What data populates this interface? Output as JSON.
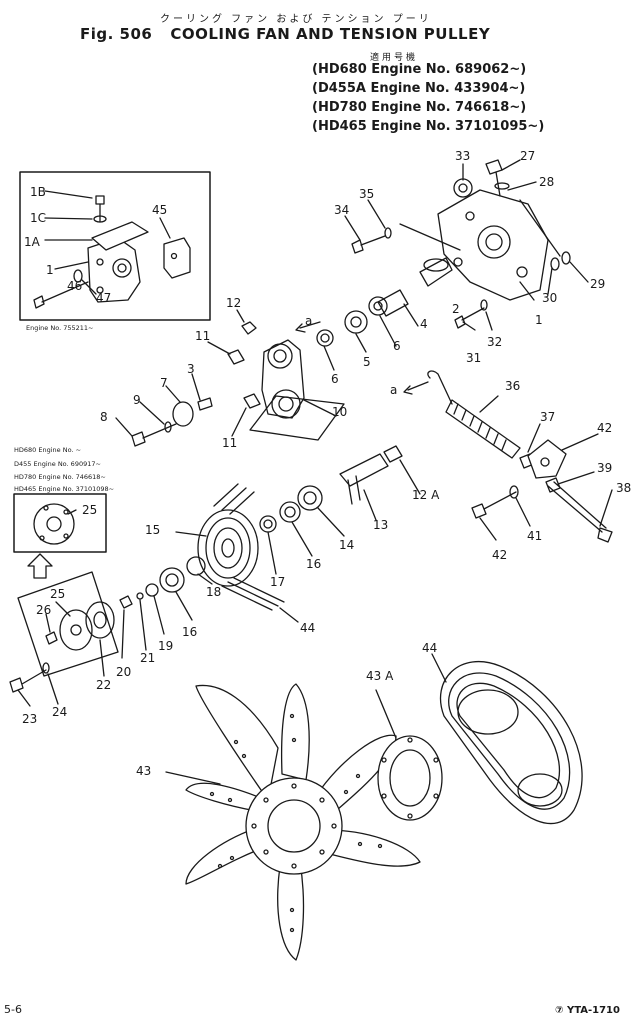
{
  "header": {
    "japanese_title": "クーリング ファン および テンション プーリ",
    "fig_label": "Fig. 506",
    "title": "COOLING FAN AND TENSION PULLEY",
    "applicable_heading": "適用号機",
    "applicable": [
      "HD680 Engine No. 689062~",
      "D455A Engine No. 433904~",
      "HD780 Engine No. 746618~",
      "HD465 Engine No. 37101095~"
    ]
  },
  "notes": {
    "inset_engine": "Engine No. 755211~",
    "serials": [
      "HD680 Engine No. ~",
      "D455 Engine No. 690917~",
      "HD780 Engine No. 746618~",
      "HD465 Engine No. 37101098~"
    ]
  },
  "parts": {
    "p1": "1",
    "p1a": "1A",
    "p1b": "1B",
    "p1c": "1C",
    "p2": "2",
    "p3": "3",
    "p4": "4",
    "p5": "5",
    "p6a": "6",
    "p6b": "6",
    "p7": "7",
    "p8": "8",
    "p9": "9",
    "p10": "10",
    "p11a": "11",
    "p11b": "11",
    "p12": "12",
    "p12a": "12 A",
    "p13": "13",
    "p14": "14",
    "p15": "15",
    "p16a": "16",
    "p16b": "16",
    "p17": "17",
    "p18": "18",
    "p19": "19",
    "p20": "20",
    "p21": "21",
    "p22": "22",
    "p23": "23",
    "p24": "24",
    "p25a": "25",
    "p25b": "25",
    "p26": "26",
    "p27": "27",
    "p28": "28",
    "p29": "29",
    "p30": "30",
    "p31": "31",
    "p32": "32",
    "p33": "33",
    "p34": "34",
    "p35": "35",
    "p36": "36",
    "p37": "37",
    "p38": "38",
    "p39": "39",
    "p41": "41",
    "p42a": "42",
    "p42b": "42",
    "p43": "43",
    "p43a": "43 A",
    "p44a": "44",
    "p44b": "44",
    "p45": "45",
    "p46": "46",
    "p47": "47",
    "ref_a1": "a",
    "ref_a2": "a"
  },
  "footer": {
    "page": "5-6",
    "code": "⑦ YTA-1710"
  }
}
